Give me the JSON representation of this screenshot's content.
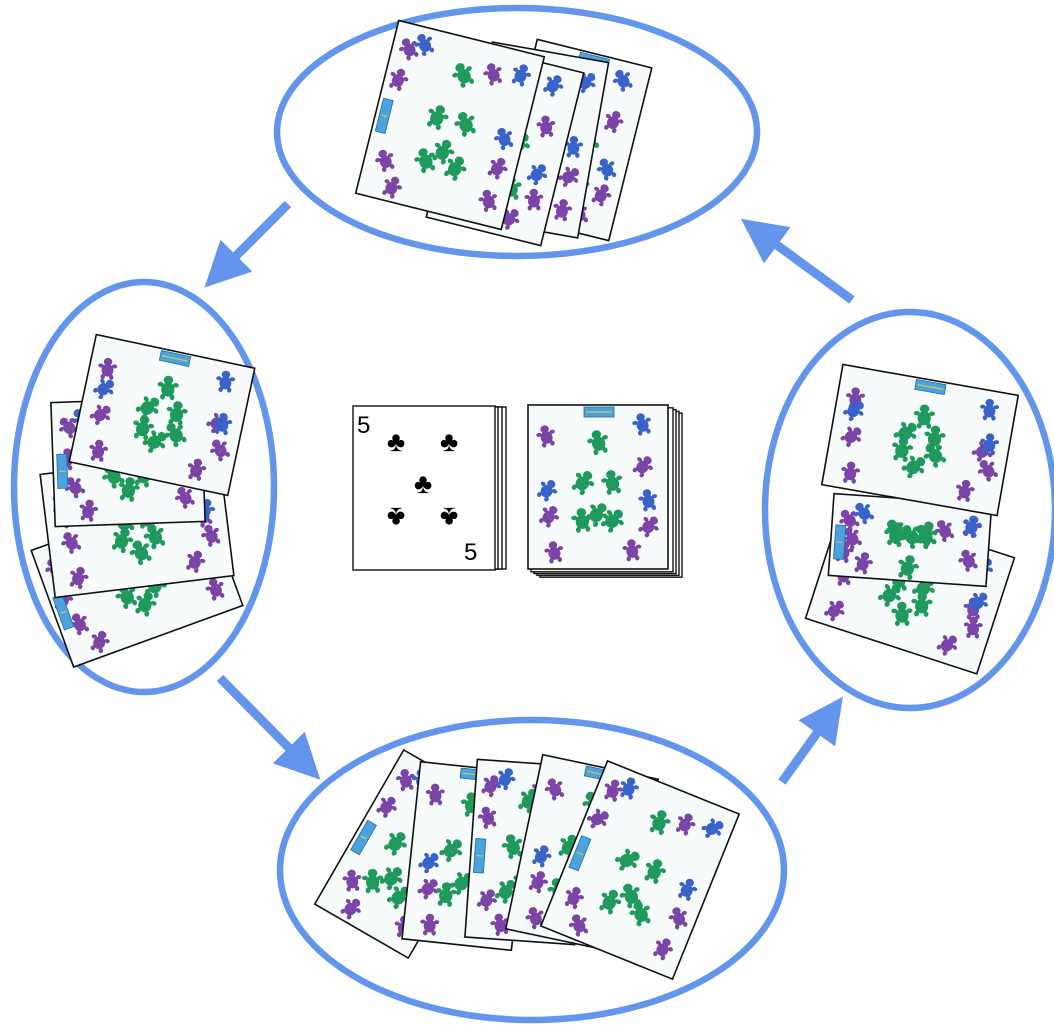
{
  "colors": {
    "ring": "#6495ed",
    "card_border": "#111111",
    "card_face": "#ffffff",
    "card_back_fill": "#f7fbfb",
    "critter_blue": "#3a63c9",
    "critter_green": "#1f9a5c",
    "critter_purple": "#7b45a8",
    "badge": "#4aa3df",
    "badge_accent": "#d8c24a"
  },
  "icons": {
    "suit": "club-icon",
    "arrow": "arrow-icon",
    "card_back": "critter-pattern-card-back"
  },
  "center": {
    "face_up_card": {
      "rank": "5",
      "suit": "club",
      "suit_glyph": "♣"
    },
    "draw_pile": {
      "face": "down"
    }
  },
  "players": [
    {
      "id": "top",
      "hand_count": 4
    },
    {
      "id": "right",
      "hand_count": 3
    },
    {
      "id": "bottom",
      "hand_count": 5
    },
    {
      "id": "left",
      "hand_count": 4
    }
  ],
  "turn_order": [
    "right",
    "top",
    "left",
    "bottom"
  ]
}
